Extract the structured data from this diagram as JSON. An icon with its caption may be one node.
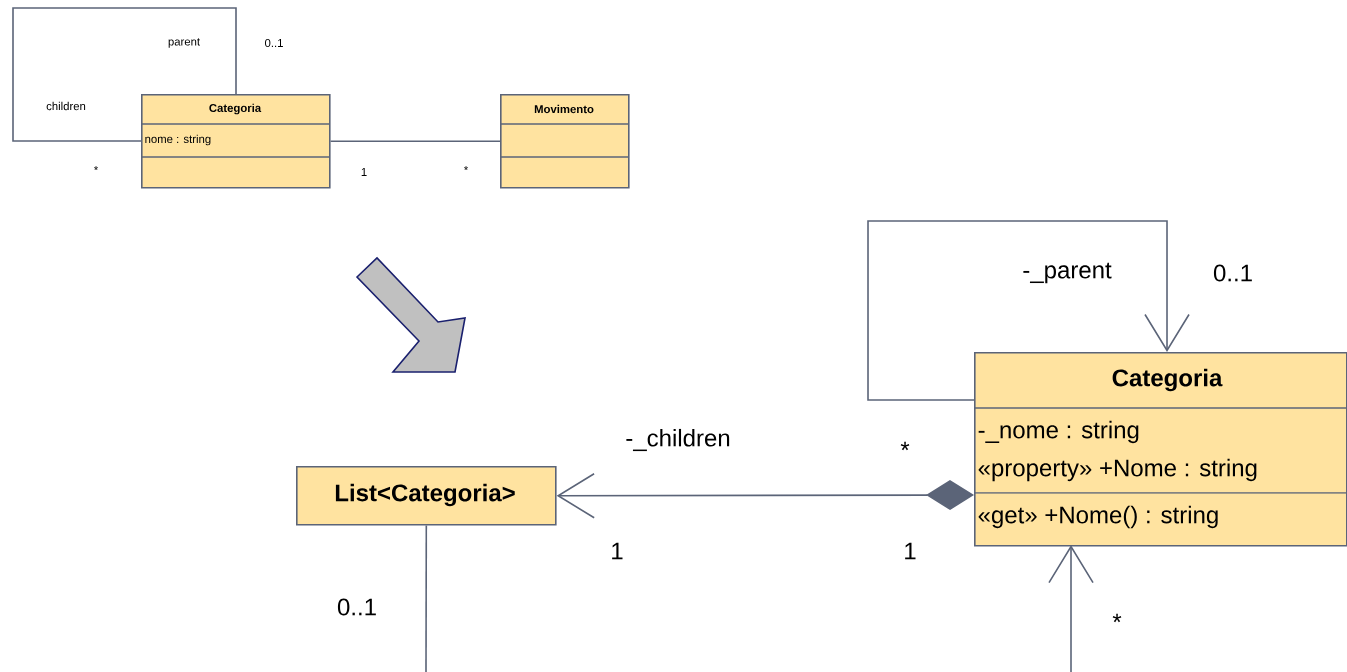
{
  "diagram": {
    "nodes": [
      {
        "text": [
          "Categoria",
          "nome : string"
        ]
      },
      {
        "text": [
          "Movimento"
        ]
      },
      {
        "text": [
          "Categoria",
          "-_nome : string",
          "«property» +Nome : string",
          "«get» +Nome() : string"
        ]
      },
      {
        "text": [
          "List<Categoria>"
        ]
      }
    ],
    "edges": [
      {
        "from": 0,
        "to": 0,
        "arrow": "none"
      },
      {
        "from": 0,
        "to": 1,
        "arrow": "none"
      },
      {
        "from": 2,
        "to": 2,
        "arrow": "to"
      },
      {
        "from": 2,
        "to": 3,
        "arrow": "to"
      },
      {
        "from": 3,
        "to": null,
        "arrow": "none"
      },
      {
        "from": null,
        "to": 2,
        "arrow": "to"
      }
    ],
    "labels": [
      "parent",
      "0..1",
      "children",
      "*",
      "1",
      "*",
      "-_parent",
      "0..1",
      "-_children",
      "*",
      "1",
      "1",
      "0..1",
      "*"
    ]
  }
}
